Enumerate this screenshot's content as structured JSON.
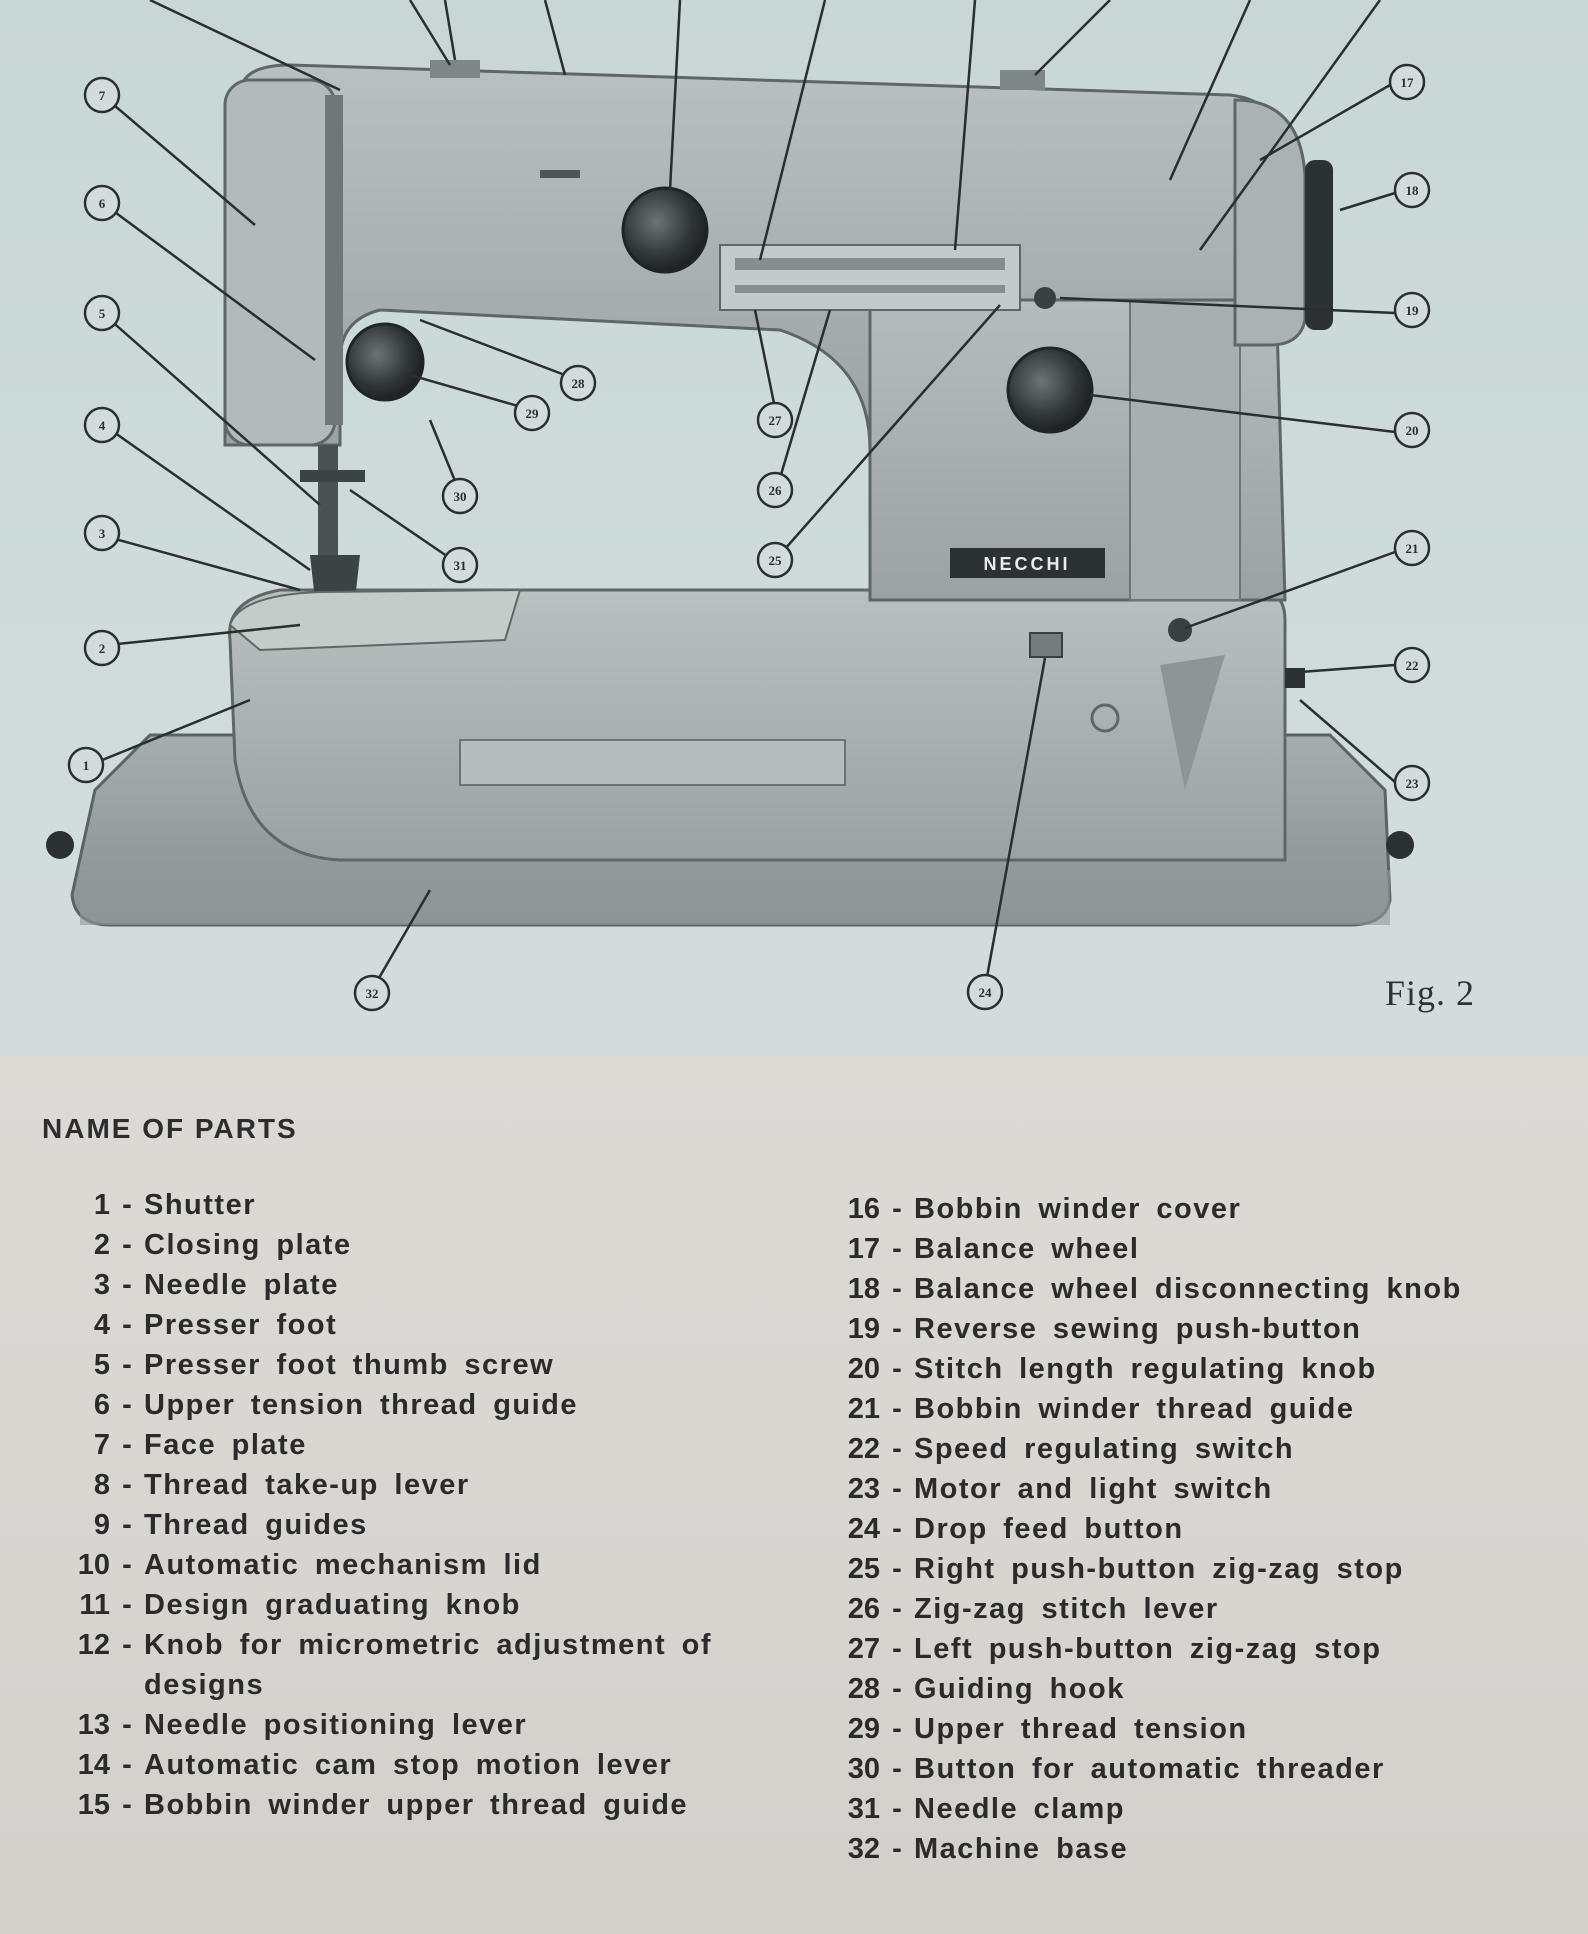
{
  "figure": {
    "caption": "Fig. 2",
    "brand": "NECCHI",
    "callouts": [
      "1",
      "2",
      "3",
      "4",
      "5",
      "6",
      "7",
      "17",
      "18",
      "19",
      "20",
      "21",
      "22",
      "23",
      "24",
      "25",
      "26",
      "27",
      "28",
      "29",
      "30",
      "31",
      "32"
    ]
  },
  "parts": {
    "heading": "NAME OF PARTS",
    "separator": "-",
    "left": [
      {
        "num": "1",
        "name": "Shutter"
      },
      {
        "num": "2",
        "name": "Closing plate"
      },
      {
        "num": "3",
        "name": "Needle plate"
      },
      {
        "num": "4",
        "name": "Presser foot"
      },
      {
        "num": "5",
        "name": "Presser foot thumb screw"
      },
      {
        "num": "6",
        "name": "Upper tension thread guide"
      },
      {
        "num": "7",
        "name": "Face plate"
      },
      {
        "num": "8",
        "name": "Thread take-up lever"
      },
      {
        "num": "9",
        "name": "Thread guides"
      },
      {
        "num": "10",
        "name": "Automatic mechanism lid"
      },
      {
        "num": "11",
        "name": "Design graduating knob"
      },
      {
        "num": "12",
        "name": "Knob for micrometric adjustment of designs"
      },
      {
        "num": "13",
        "name": "Needle positioning lever"
      },
      {
        "num": "14",
        "name": "Automatic cam stop motion lever"
      },
      {
        "num": "15",
        "name": "Bobbin winder upper thread guide"
      }
    ],
    "right": [
      {
        "num": "16",
        "name": "Bobbin winder cover"
      },
      {
        "num": "17",
        "name": "Balance wheel"
      },
      {
        "num": "18",
        "name": "Balance wheel disconnecting knob"
      },
      {
        "num": "19",
        "name": "Reverse sewing push-button"
      },
      {
        "num": "20",
        "name": "Stitch length regulating knob"
      },
      {
        "num": "21",
        "name": "Bobbin winder thread guide"
      },
      {
        "num": "22",
        "name": "Speed regulating switch"
      },
      {
        "num": "23",
        "name": "Motor and light switch"
      },
      {
        "num": "24",
        "name": "Drop feed button"
      },
      {
        "num": "25",
        "name": "Right push-button zig-zag stop"
      },
      {
        "num": "26",
        "name": "Zig-zag stitch lever"
      },
      {
        "num": "27",
        "name": "Left push-button zig-zag stop"
      },
      {
        "num": "28",
        "name": "Guiding hook"
      },
      {
        "num": "29",
        "name": "Upper thread tension"
      },
      {
        "num": "30",
        "name": "Button for automatic threader"
      },
      {
        "num": "31",
        "name": "Needle clamp"
      },
      {
        "num": "32",
        "name": "Machine base"
      }
    ]
  }
}
